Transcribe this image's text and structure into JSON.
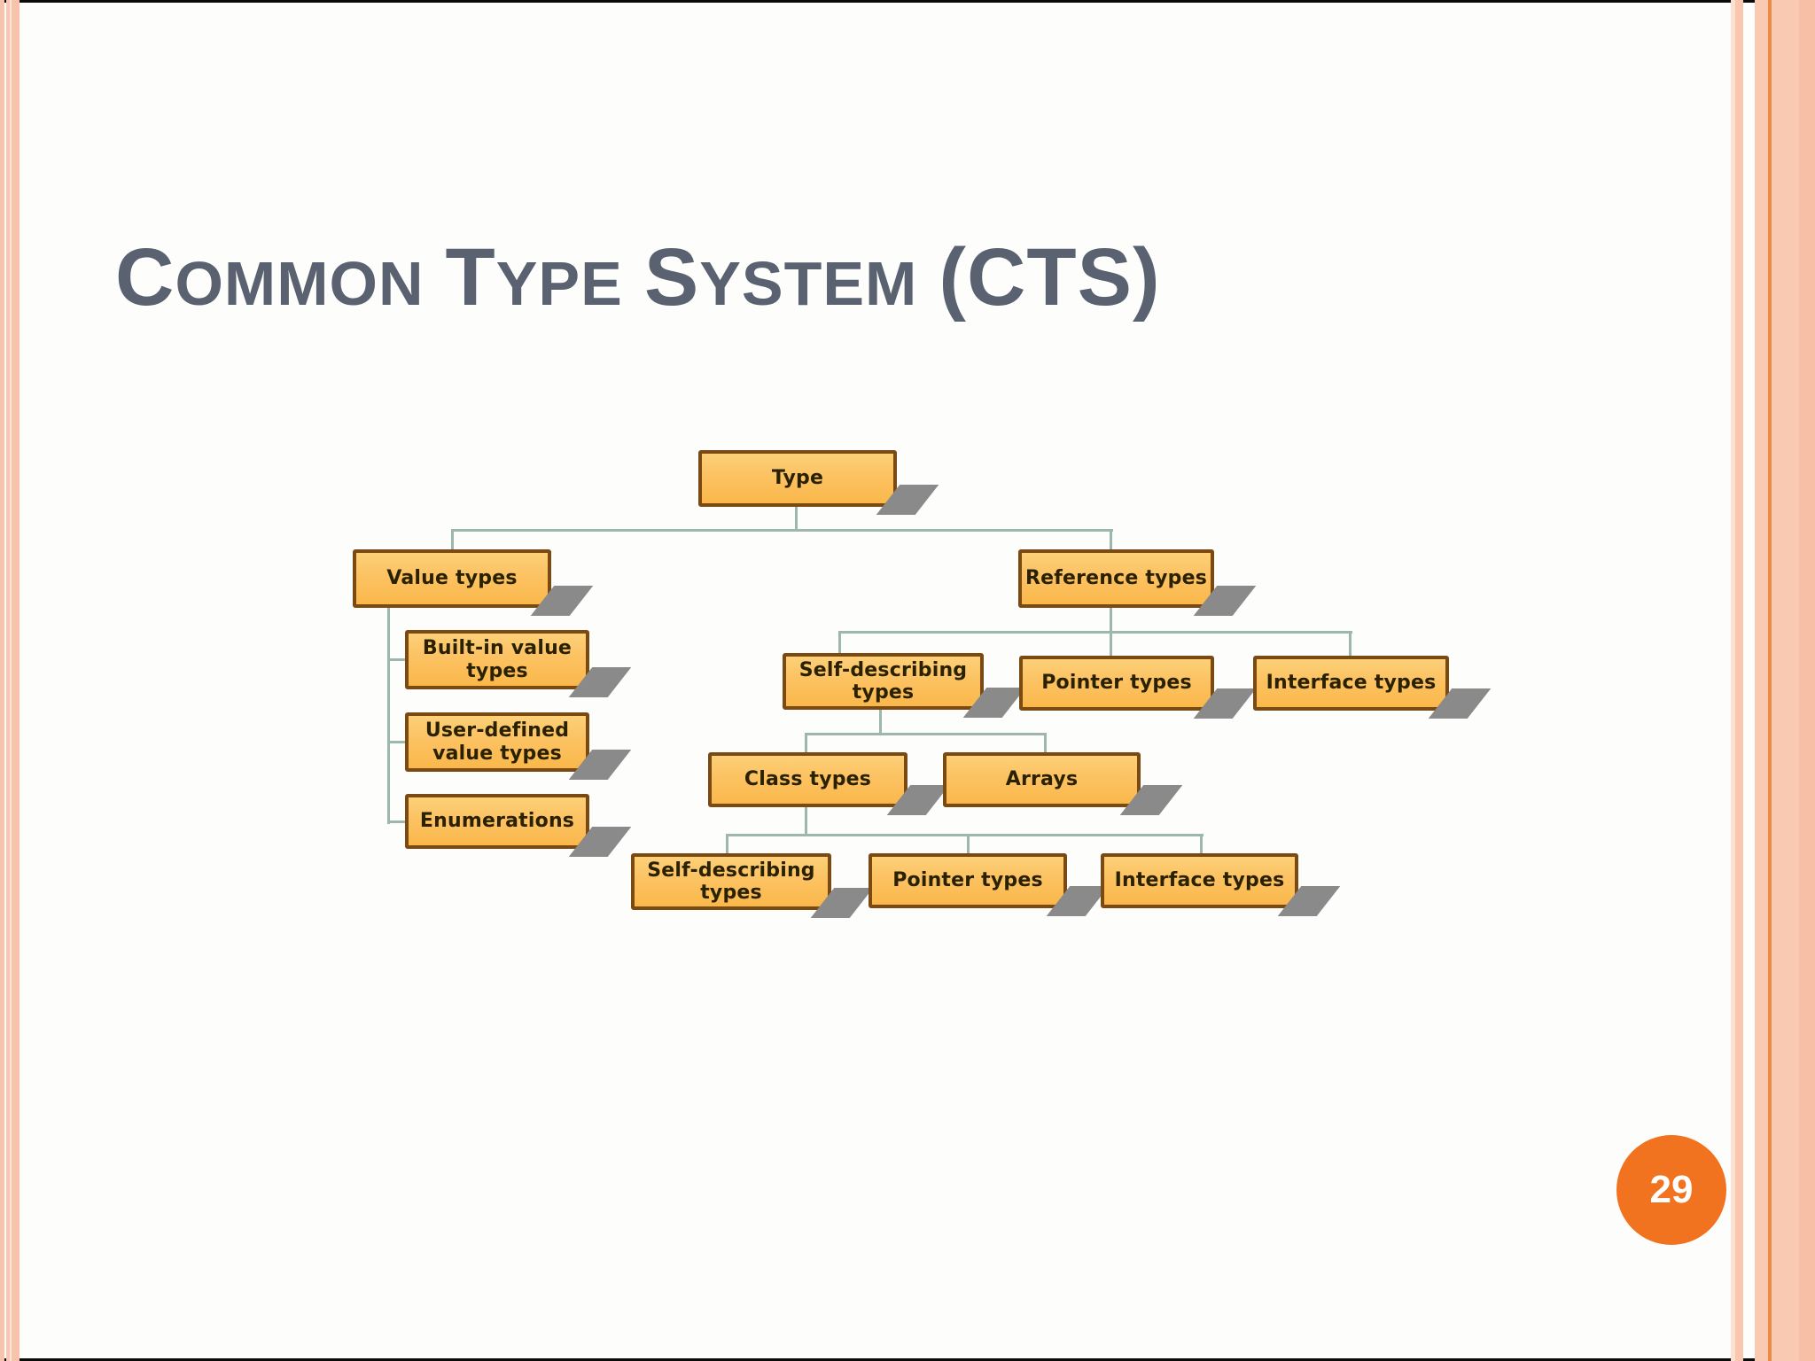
{
  "slide": {
    "title_full": "Common Type System (CTS)",
    "title_segments": {
      "s0": "C",
      "s1": "OMMON",
      "s2": "T",
      "s3": "YPE",
      "s4": "S",
      "s5": "YSTEM",
      "s6": "(CTS)"
    },
    "page_number": "29"
  },
  "diagram": {
    "nodes": [
      {
        "label": "Type"
      },
      {
        "label": "Value types"
      },
      {
        "label": "Reference types"
      },
      {
        "label": "Built-in value types"
      },
      {
        "label": "User-defined value types"
      },
      {
        "label": "Enumerations"
      },
      {
        "label": "Self-describing types"
      },
      {
        "label": "Pointer types"
      },
      {
        "label": "Interface types"
      },
      {
        "label": "Class types"
      },
      {
        "label": "Arrays"
      },
      {
        "label": "Self-describing types"
      },
      {
        "label": "Pointer types"
      },
      {
        "label": "Interface types"
      }
    ],
    "tree": {
      "Type": {
        "Value types": {
          "Built-in value types": {},
          "User-defined value types": {},
          "Enumerations": {}
        },
        "Reference types": {
          "Self-describing types": {
            "Class types": {
              "Self-describing types": {},
              "Pointer types": {},
              "Interface types": {}
            },
            "Arrays": {}
          },
          "Pointer types": {},
          "Interface types": {}
        }
      }
    },
    "colors": {
      "node_fill": "#FCC262",
      "node_border": "#7B4A12",
      "node_text": "#2A2100",
      "connector": "#9DB7AC",
      "shadow": "#8A8A8A"
    }
  },
  "theme": {
    "title_color": "#5A6170",
    "accent_orange": "#F2731F",
    "border_peach": "#F8C3AB",
    "background": "#FDFEFB"
  }
}
